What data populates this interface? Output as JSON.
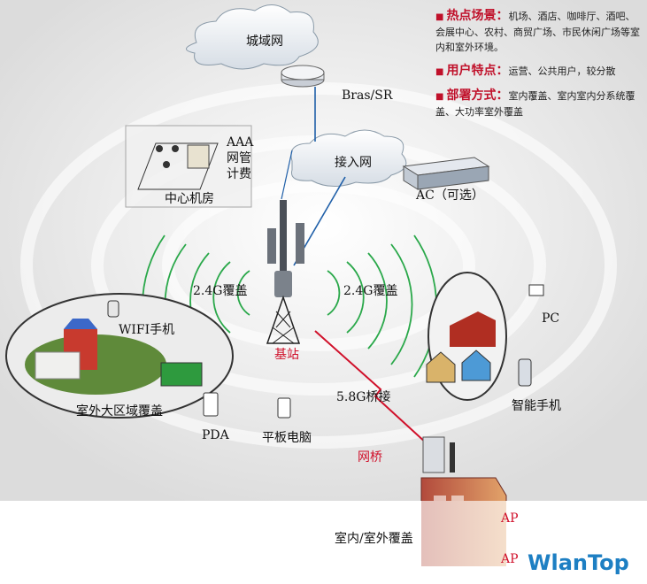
{
  "info": {
    "items": [
      {
        "heading": "热点场景：",
        "text": "机场、酒店、咖啡厅、酒吧、会展中心、农村、商贸广场、市民休闲广场等室内和室外环境。"
      },
      {
        "heading": "用户特点：",
        "text": "运营、公共用户，较分散"
      },
      {
        "heading": "部署方式：",
        "text": "室内覆盖、室内室内分系统覆盖、大功率室外覆盖"
      }
    ]
  },
  "diagram": {
    "metro_net": "城域网",
    "bras": "Bras/SR",
    "access_net": "接入网",
    "ac": "AC（可选）",
    "aaa_lines": [
      "AAA",
      "网管",
      "计费"
    ],
    "center_room": "中心机房",
    "coverage_left": "2.4G覆盖",
    "coverage_right": "2.4G覆盖",
    "base_station": "基站",
    "wifi_phone": "WIFI手机",
    "outdoor_area": "室外大区域覆盖",
    "pda": "PDA",
    "tablet": "平板电脑",
    "bridge_58": "5.8G桥接",
    "bridge": "网桥",
    "pc": "PC",
    "smartphone": "智能手机",
    "ap1": "AP",
    "ap2": "AP",
    "indoor_outdoor": "室内/室外覆盖",
    "brand": "WlanTop"
  },
  "colors": {
    "accent_red": "#d0102a",
    "brand_blue": "#1d7fc3",
    "arc_green": "#2aa84a",
    "link_blue": "#1f5fa8"
  }
}
